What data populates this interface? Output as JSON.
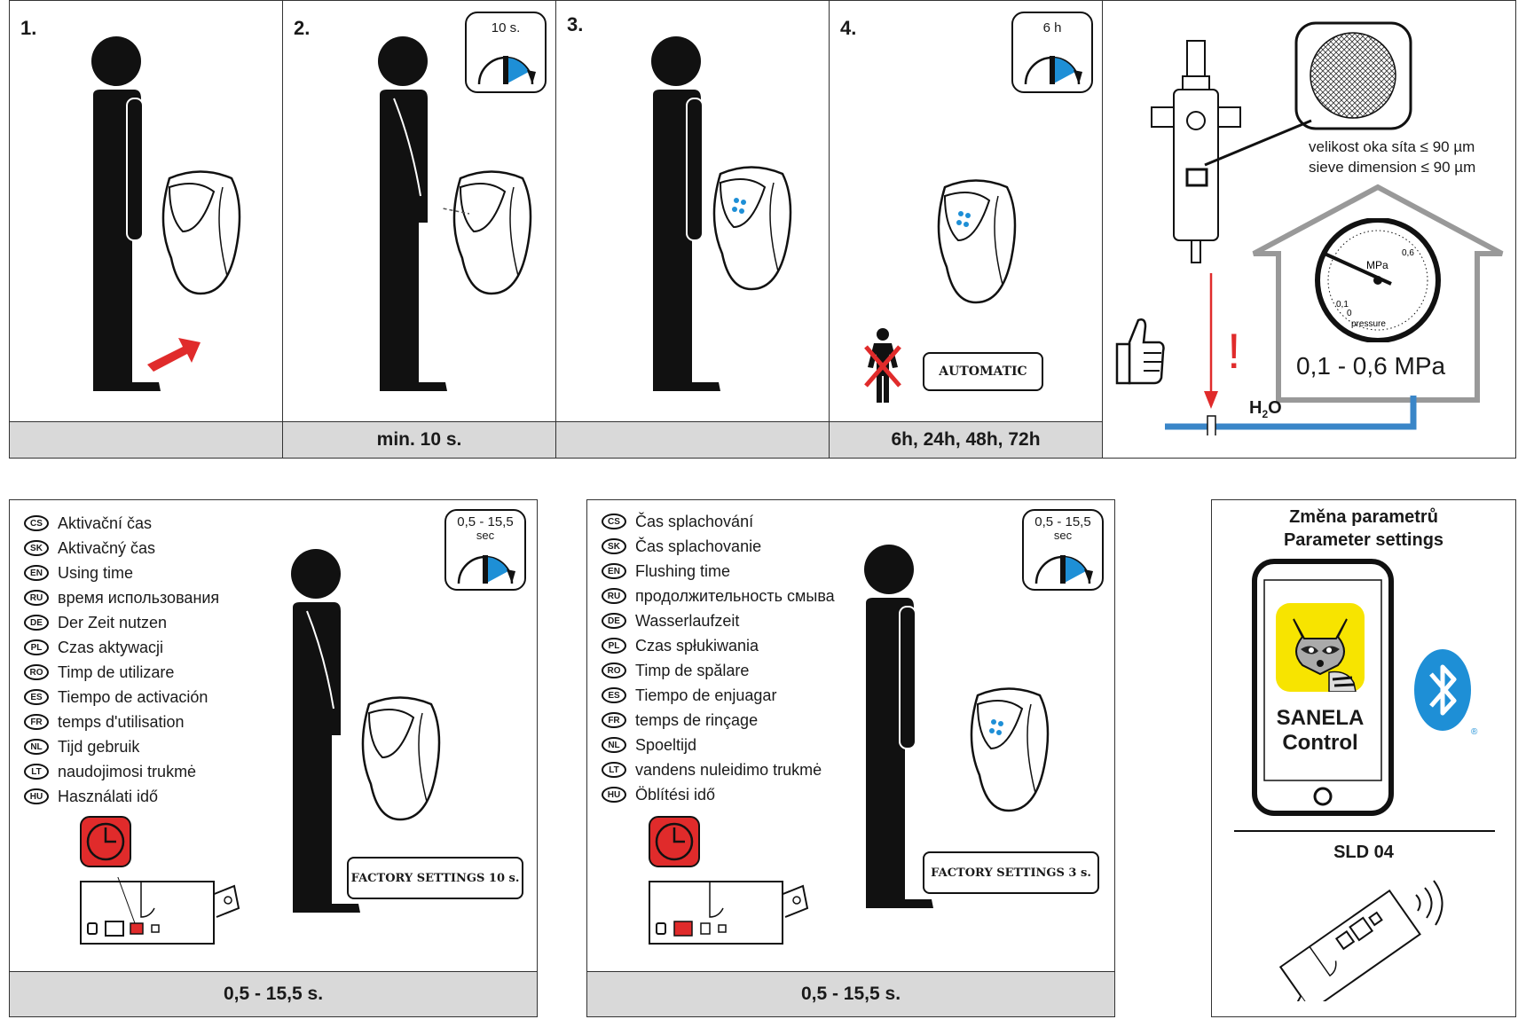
{
  "steps": [
    {
      "number": "1.",
      "caption": ""
    },
    {
      "number": "2.",
      "caption": "min. 10 s.",
      "timer": "10 s."
    },
    {
      "number": "3.",
      "caption": ""
    },
    {
      "number": "4.",
      "caption": "6h, 24h, 48h, 72h",
      "timer": "6 h",
      "automatic_label": "AUTOMATIC"
    }
  ],
  "filter_panel": {
    "sieve_cs": "velikost oka síta ≤ 90 µm",
    "sieve_en": "sieve dimension ≤ 90 µm",
    "gauge_unit": "MPa",
    "gauge_label": "pressure",
    "gauge_ticks": [
      "0",
      "0,1",
      "0,6"
    ],
    "pressure_range": "0,1 - 0,6 MPa",
    "water": "H",
    "water_sub": "2",
    "water_tail": "O",
    "warning": "!"
  },
  "using_time": {
    "languages": [
      {
        "code": "CS",
        "text": "Aktivační čas"
      },
      {
        "code": "SK",
        "text": "Aktivačný čas"
      },
      {
        "code": "EN",
        "text": "Using time"
      },
      {
        "code": "RU",
        "text": "время использования"
      },
      {
        "code": "DE",
        "text": "Der Zeit nutzen"
      },
      {
        "code": "PL",
        "text": "Czas aktywacji"
      },
      {
        "code": "RO",
        "text": "Timp de utilizare"
      },
      {
        "code": "ES",
        "text": "Tiempo de activación"
      },
      {
        "code": "FR",
        "text": "temps d'utilisation"
      },
      {
        "code": "NL",
        "text": "Tijd gebruik"
      },
      {
        "code": "LT",
        "text": "naudojimosi trukmė"
      },
      {
        "code": "HU",
        "text": "Használati idő"
      }
    ],
    "timer_range": "0,5 - 15,5",
    "timer_unit": "sec",
    "factory": "FACTORY SETTINGS 10 s.",
    "caption": "0,5 - 15,5 s."
  },
  "flushing_time": {
    "languages": [
      {
        "code": "CS",
        "text": "Čas splachování"
      },
      {
        "code": "SK",
        "text": "Čas splachovanie"
      },
      {
        "code": "EN",
        "text": "Flushing time"
      },
      {
        "code": "RU",
        "text": "продолжительность смыва"
      },
      {
        "code": "DE",
        "text": "Wasserlaufzeit"
      },
      {
        "code": "PL",
        "text": "Czas spłukiwania"
      },
      {
        "code": "RO",
        "text": "Timp de spălare"
      },
      {
        "code": "ES",
        "text": "Tiempo de enjuagar"
      },
      {
        "code": "FR",
        "text": "temps de rinçage"
      },
      {
        "code": "NL",
        "text": "Spoeltijd"
      },
      {
        "code": "LT",
        "text": "vandens nuleidimo trukmė"
      },
      {
        "code": "HU",
        "text": "Öblítési idő"
      }
    ],
    "timer_range": "0,5 - 15,5",
    "timer_unit": "sec",
    "factory": "FACTORY SETTINGS 3 s.",
    "caption": "0,5 - 15,5 s."
  },
  "settings_panel": {
    "title_cs": "Změna parametrů",
    "title_en": "Parameter settings",
    "app_name_1": "SANELA",
    "app_name_2": "Control",
    "device": "SLD 04",
    "registered": "®"
  },
  "colors": {
    "accent_blue": "#1e8fd6",
    "alert_red": "#e02b2b",
    "caption_gray": "#d9d9d9",
    "app_yellow": "#f7e400",
    "pipe_blue": "#3a86c8"
  }
}
